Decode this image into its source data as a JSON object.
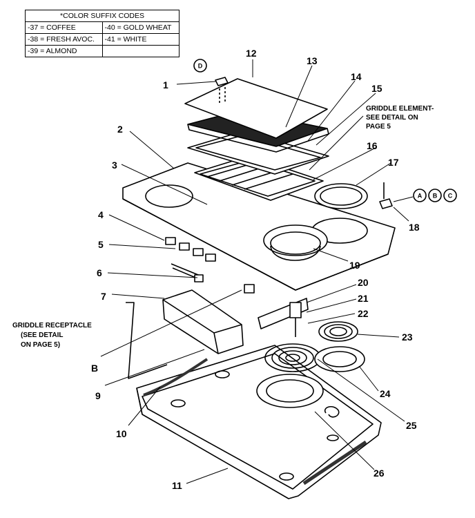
{
  "color_codes": {
    "title": "*COLOR SUFFIX CODES",
    "rows": [
      [
        "-37 = COFFEE",
        "-40 = GOLD WHEAT"
      ],
      [
        "-38 = FRESH AVOC.",
        "-41 = WHITE"
      ],
      [
        "-39 = ALMOND",
        ""
      ]
    ]
  },
  "callouts": [
    "1",
    "2",
    "3",
    "4",
    "5",
    "6",
    "7",
    "B",
    "9",
    "10",
    "11",
    "12",
    "13",
    "14",
    "15",
    "16",
    "17",
    "18",
    "19",
    "20",
    "21",
    "22",
    "23",
    "24",
    "25",
    "26"
  ],
  "notes": {
    "griddle_element": [
      "GRIDDLE ELEMENT-",
      "SEE DETAIL ON",
      "PAGE 5"
    ],
    "griddle_receptacle": [
      "GRIDDLE RECEPTACLE",
      "(SEE DETAIL",
      "ON PAGE 5)"
    ]
  },
  "circled_letters": [
    "D",
    "A",
    "B",
    "C"
  ]
}
